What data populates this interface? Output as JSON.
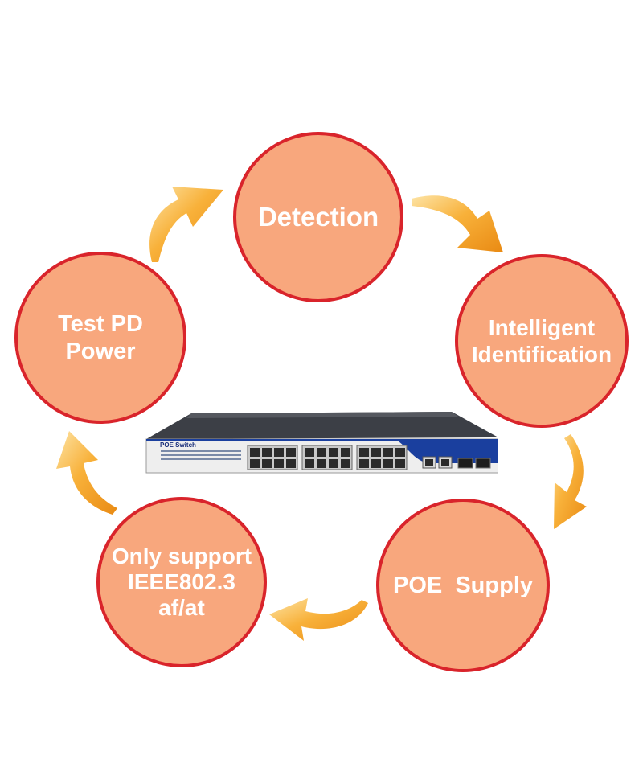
{
  "diagram": {
    "type": "cycle",
    "nodes": [
      {
        "id": "detection",
        "lines": [
          "Detection"
        ]
      },
      {
        "id": "identification",
        "lines": [
          "Intelligent",
          "Identification"
        ]
      },
      {
        "id": "supply",
        "lines": [
          "POE  Supply"
        ]
      },
      {
        "id": "standard",
        "lines": [
          "Only support",
          "IEEE802.3",
          "af/at"
        ]
      },
      {
        "id": "test",
        "lines": [
          "Test PD",
          "Power"
        ]
      }
    ],
    "flow": [
      "detection",
      "identification",
      "supply",
      "standard",
      "test",
      "detection"
    ],
    "center_device": {
      "label": "POE Switch",
      "rj45_ports": 24,
      "uplink_ports": 2,
      "sfp_ports": 2
    }
  },
  "colors": {
    "node_fill": "#f8a77d",
    "node_border": "#d9242b",
    "node_text": "#ffffff",
    "arrow": "#f39a1e",
    "switch_face": "#f1f1f1",
    "switch_top": "#3a3d44",
    "switch_accent": "#1a3f9e"
  }
}
